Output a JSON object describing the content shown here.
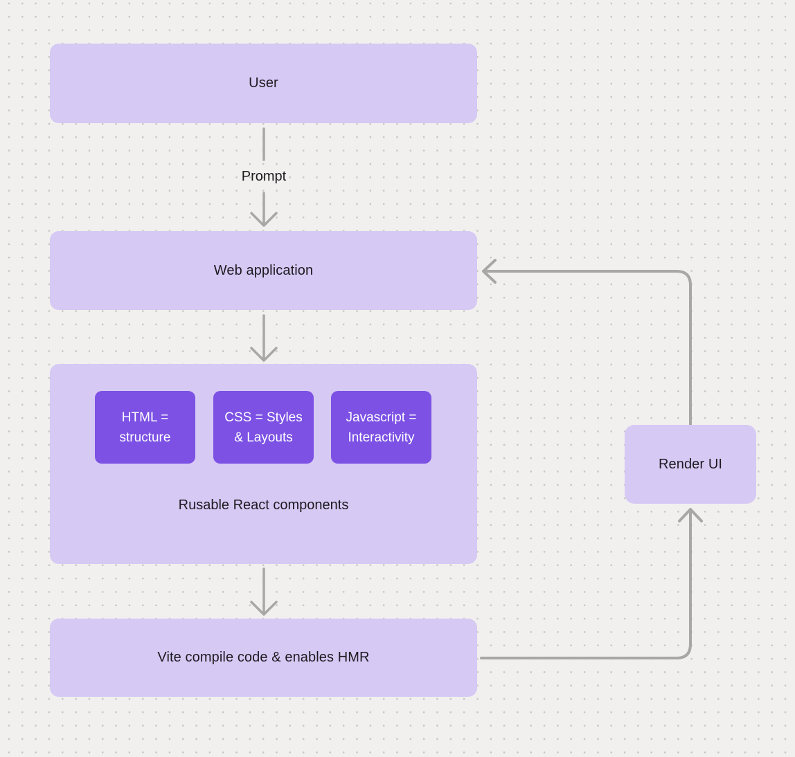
{
  "canvas": {
    "background_color": "#F1F0EE",
    "dot_color": "#C7C5C3"
  },
  "colors": {
    "node_fill_light": "#D6C9F4",
    "node_fill_accent": "#7C51E4",
    "connector_gray": "#A9A7A5",
    "text_dark": "#1D1B20",
    "text_on_accent": "#FFFFFF"
  },
  "nodes": {
    "user": {
      "label": "User"
    },
    "web_application": {
      "label": "Web application"
    },
    "components_group": {
      "label": "Rusable React components"
    },
    "components": [
      {
        "line1": "HTML =",
        "line2": "structure"
      },
      {
        "line1": "CSS = Styles",
        "line2": "& Layouts"
      },
      {
        "line1": "Javascript =",
        "line2": "Interactivity"
      }
    ],
    "vite": {
      "label": "Vite compile code & enables HMR"
    },
    "render_ui": {
      "label": "Render UI"
    }
  },
  "edges": {
    "user_to_webapp": {
      "label": "Prompt"
    }
  }
}
